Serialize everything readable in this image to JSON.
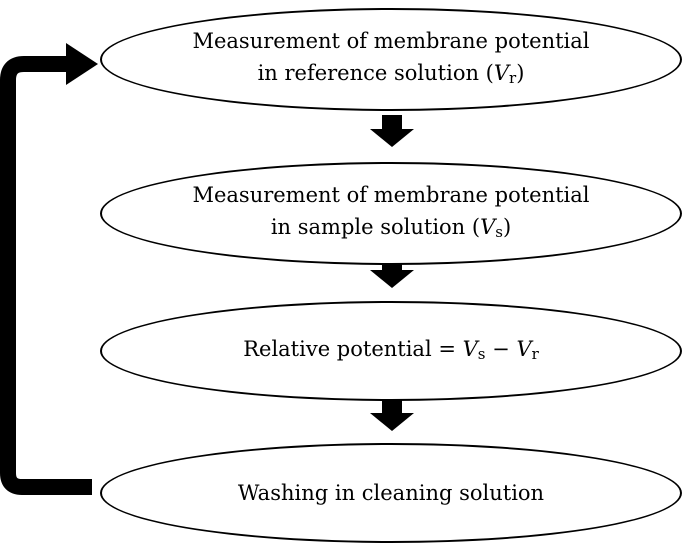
{
  "diagram": {
    "nodes": [
      {
        "line1": "Measurement of membrane potential",
        "line2_prefix": "in reference solution (",
        "var": "V",
        "sub": "r",
        "line2_suffix": ")"
      },
      {
        "line1": "Measurement of membrane potential",
        "line2_prefix": "in sample solution (",
        "var": "V",
        "sub": "s",
        "line2_suffix": ")"
      },
      {
        "prefix": "Relative potential = ",
        "var1": "V",
        "sub1": "s",
        "minus": " − ",
        "var2": "V",
        "sub2": "r"
      },
      {
        "text": "Washing in cleaning solution"
      }
    ],
    "edges": [
      {
        "from": "node-1",
        "to": "node-2"
      },
      {
        "from": "node-2",
        "to": "node-3"
      },
      {
        "from": "node-3",
        "to": "node-4"
      },
      {
        "from": "node-4",
        "to": "node-1"
      }
    ],
    "colors": {
      "stroke": "#000000",
      "fill": "#ffffff",
      "arrow": "#000000"
    }
  }
}
